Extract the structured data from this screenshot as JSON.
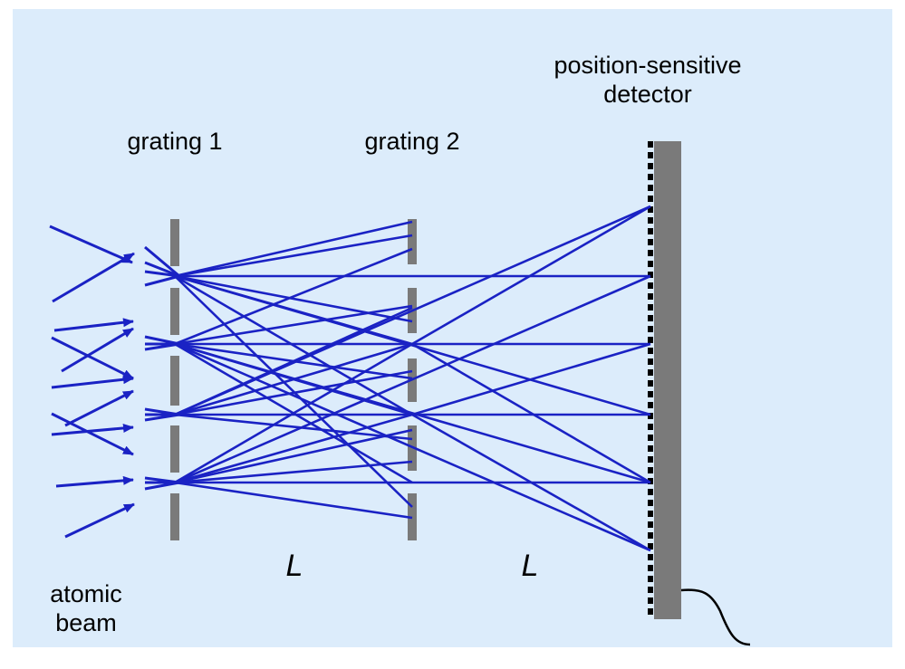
{
  "labels": {
    "grating1": "grating 1",
    "grating2": "grating 2",
    "detector_line1": "position-sensitive",
    "detector_line2": "detector",
    "source_line1": "atomic",
    "source_line2": "beam",
    "distance1": "L",
    "distance2": "L"
  },
  "colors": {
    "background": "#dcecfb",
    "beam": "#1a22c4",
    "grating": "#7a7a7a",
    "detector": "#7a7a7a",
    "detector_edge": "#000000"
  }
}
